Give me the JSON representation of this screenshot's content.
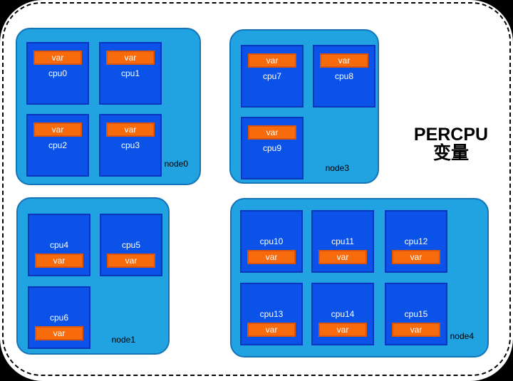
{
  "title": {
    "line1": "PERCPU",
    "line2": "变量"
  },
  "labels": {
    "var": "var"
  },
  "colors": {
    "canvas_bg": "#000000",
    "page_bg": "#ffffff",
    "node_fill": "#21A3E1",
    "node_border": "#1474B8",
    "cpu_fill": "#0B53E8",
    "cpu_border": "#0A36BE",
    "var_fill": "#F76B0C",
    "var_border": "#E0540A",
    "cpu_text": "#ffffff",
    "node_text": "#000000",
    "title_text": "#000000"
  },
  "nodes": [
    {
      "label": "node0",
      "var_position": "top",
      "cpus": [
        {
          "label": "cpu0",
          "var": "var"
        },
        {
          "label": "cpu1",
          "var": "var"
        },
        {
          "label": "cpu2",
          "var": "var"
        },
        {
          "label": "cpu3",
          "var": "var"
        }
      ]
    },
    {
      "label": "node3",
      "var_position": "top",
      "cpus": [
        {
          "label": "cpu7",
          "var": "var"
        },
        {
          "label": "cpu8",
          "var": "var"
        },
        {
          "label": "cpu9",
          "var": "var"
        }
      ]
    },
    {
      "label": "node1",
      "var_position": "bottom",
      "cpus": [
        {
          "label": "cpu4",
          "var": "var"
        },
        {
          "label": "cpu5",
          "var": "var"
        },
        {
          "label": "cpu6",
          "var": "var"
        }
      ]
    },
    {
      "label": "node4",
      "var_position": "bottom",
      "cpus": [
        {
          "label": "cpu10",
          "var": "var"
        },
        {
          "label": "cpu11",
          "var": "var"
        },
        {
          "label": "cpu12",
          "var": "var"
        },
        {
          "label": "cpu13",
          "var": "var"
        },
        {
          "label": "cpu14",
          "var": "var"
        },
        {
          "label": "cpu15",
          "var": "var"
        }
      ]
    }
  ]
}
